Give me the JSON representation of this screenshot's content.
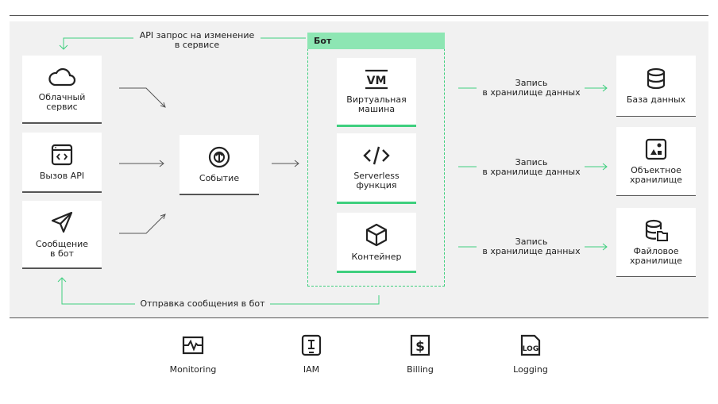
{
  "notes": {
    "api_request": "API запрос на изменение\nв сервисе",
    "send_message": "Отправка сообщения в бот",
    "write1": "Запись\nв хранилище данных",
    "write2": "Запись\nв хранилище данных",
    "write3": "Запись\nв хранилище данных"
  },
  "sources": {
    "cloud": "Облачный\nсервис",
    "api": "Вызов API",
    "message": "Сообщение\nв бот"
  },
  "event": "Событие",
  "bot": {
    "title": "Бот",
    "vm": "Виртуальная\nмашина",
    "serverless": "Serverless\nфункция",
    "container": "Контейнер"
  },
  "storage": {
    "db": "База данных",
    "object": "Объектное\nхранилище",
    "file": "Файловое\nхранилище"
  },
  "services": [
    "Monitoring",
    "IAM",
    "Billing",
    "Logging"
  ],
  "colors": {
    "accent": "#3ecf7e",
    "accent_light": "#8de6b3",
    "line": "#555555",
    "panel": "#f1f1f1"
  },
  "icons": [
    "cloud-icon",
    "browser-code-icon",
    "paper-plane-icon",
    "event-icon",
    "vm-icon",
    "code-icon",
    "cube-icon",
    "database-icon",
    "object-storage-icon",
    "file-storage-icon",
    "monitoring-icon",
    "iam-icon",
    "billing-icon",
    "logging-icon"
  ]
}
